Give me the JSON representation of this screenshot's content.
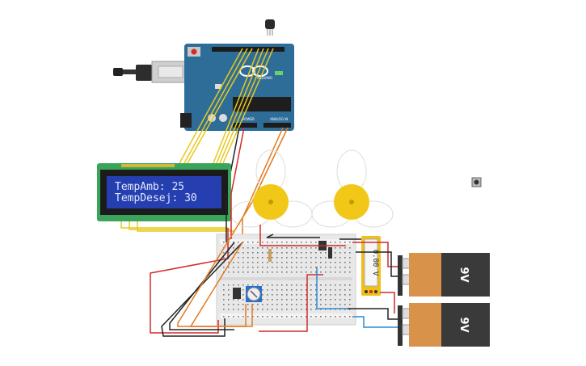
{
  "arduino": {
    "logo": "ARDUINO",
    "power_label": "POWER",
    "analog_label": "ANALOG IN",
    "brand_color": "#2f6d99"
  },
  "lcd": {
    "line1": "TempAmb: 25",
    "line2": "TempDesej: 30",
    "screen_color": "#263fb0",
    "board_color": "#3aa55a"
  },
  "multimeter": {
    "reading": "0.00 V"
  },
  "batteries": [
    {
      "label": "9V"
    },
    {
      "label": "9V"
    }
  ],
  "components": {
    "temp_sensor": "tmp36-sensor-icon",
    "usb_cable": "usb-cable-icon",
    "fan_1": "fan-motor-icon",
    "fan_2": "fan-motor-icon",
    "potentiometer": "potentiometer-icon",
    "transistor": "transistor-icon",
    "pushbutton": "pushbutton-icon"
  },
  "wire_colors": {
    "red": "#d32a2a",
    "black": "#222222",
    "yellow": "#e8c81c",
    "orange": "#e07a1c",
    "blue": "#2a8ad3"
  }
}
